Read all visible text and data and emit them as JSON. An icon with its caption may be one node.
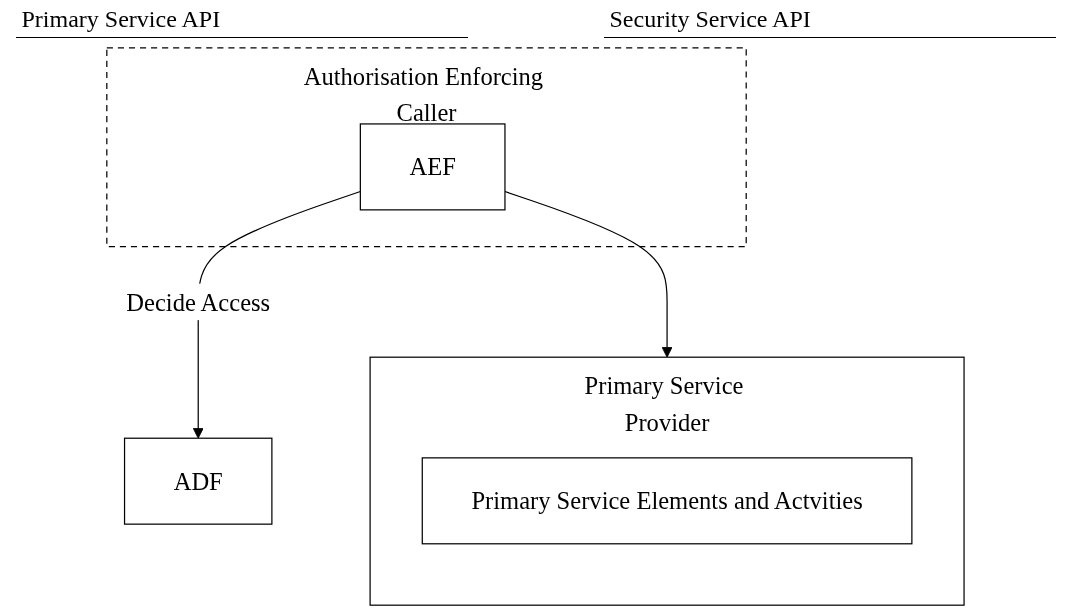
{
  "diagram": {
    "nodes": [
      {
        "text": [
          "Authorisation Enforcing Caller"
        ]
      },
      {
        "text": [
          "AEF"
        ],
        "in": 0
      },
      {
        "text": [
          "Primary Service Provider"
        ]
      },
      {
        "text": [
          "Primary Service Elements and Actvities"
        ],
        "in": 2
      },
      {
        "text": [
          "ADF"
        ]
      }
    ],
    "edges": [
      {
        "from": 1,
        "to": 2,
        "arrow": "to"
      },
      {
        "from": 1,
        "to": 4,
        "arrow": "to",
        "label": "Decide Access"
      }
    ],
    "labels": [
      "Primary Service API",
      "Security Service API"
    ]
  }
}
